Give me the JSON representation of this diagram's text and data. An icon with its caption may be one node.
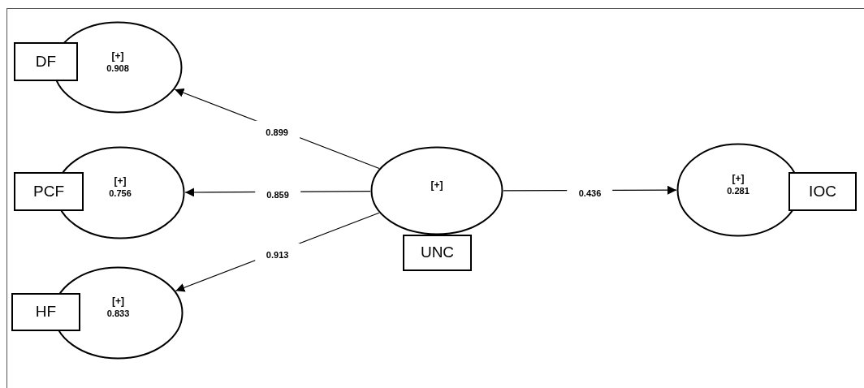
{
  "diagram": {
    "nodes": [
      {
        "text": [
          "[+]",
          "0.908"
        ]
      },
      {
        "text": [
          "DF"
        ]
      },
      {
        "text": [
          "[+]",
          "0.756"
        ]
      },
      {
        "text": [
          "PCF"
        ]
      },
      {
        "text": [
          "[+]"
        ]
      },
      {
        "text": [
          "UNC"
        ]
      },
      {
        "text": [
          "[+]",
          "0.281"
        ]
      },
      {
        "text": [
          "IOC"
        ]
      },
      {
        "text": [
          "[+]",
          "0.833"
        ]
      },
      {
        "text": [
          "HF"
        ]
      }
    ],
    "edges": [
      {
        "from": 4,
        "to": 0,
        "arrow": "to",
        "label": "0.899"
      },
      {
        "from": 4,
        "to": 2,
        "arrow": "to",
        "label": "0.859"
      },
      {
        "from": 4,
        "to": 8,
        "arrow": "to",
        "label": "0.913"
      },
      {
        "from": 4,
        "to": 6,
        "arrow": "to",
        "label": "0.436"
      }
    ]
  }
}
